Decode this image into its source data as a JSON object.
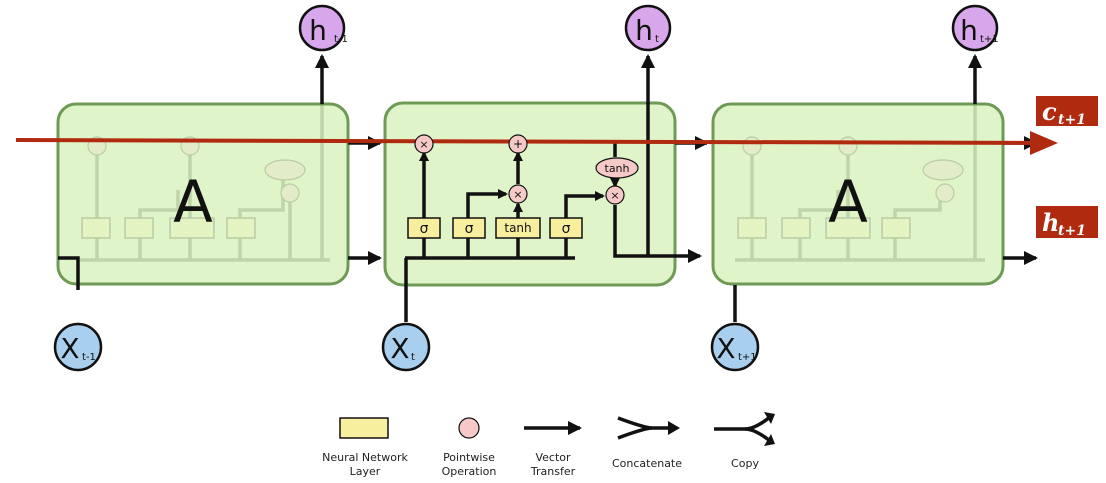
{
  "cells": {
    "left_label": "A",
    "right_label": "A",
    "middle_gates": [
      "σ",
      "σ",
      "tanh",
      "σ"
    ],
    "pointwise_ops": {
      "forget": "×",
      "add": "+",
      "input": "×",
      "output": "×"
    },
    "tanh_op": "tanh"
  },
  "nodes": {
    "inputs": [
      {
        "base": "X",
        "sub": "t-1"
      },
      {
        "base": "X",
        "sub": "t"
      },
      {
        "base": "X",
        "sub": "t+1"
      }
    ],
    "outputs": [
      {
        "base": "h",
        "sub": "t-1"
      },
      {
        "base": "h",
        "sub": "t"
      },
      {
        "base": "h",
        "sub": "t+1"
      }
    ]
  },
  "annotations": {
    "cell_state": {
      "base": "c",
      "sub": "t+1"
    },
    "hidden_state": {
      "base": "h",
      "sub": "t+1"
    }
  },
  "legend": [
    {
      "name": "neural-network-layer",
      "line1": "Neural Network",
      "line2": "Layer"
    },
    {
      "name": "pointwise-operation",
      "line1": "Pointwise",
      "line2": "Operation"
    },
    {
      "name": "vector-transfer",
      "line1": "Vector",
      "line2": "Transfer"
    },
    {
      "name": "concatenate",
      "line1": "Concatenate",
      "line2": ""
    },
    {
      "name": "copy",
      "line1": "Copy",
      "line2": ""
    }
  ],
  "colors": {
    "cell_fill": "#dff5c9",
    "cell_border": "#6f9a55",
    "layer_fill": "#f7ef9e",
    "pointwise_fill": "#f6c9c9",
    "input_node": "#a9cfee",
    "output_node": "#d8a6ea",
    "highlight": "#b02a10"
  }
}
